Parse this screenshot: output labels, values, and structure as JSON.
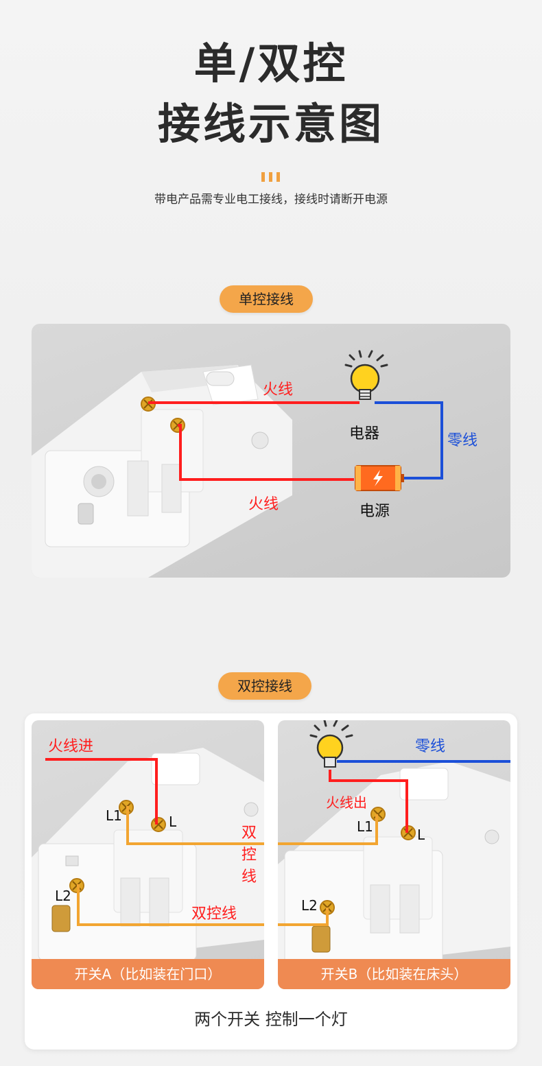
{
  "header": {
    "title_line1": "单/双控",
    "title_line2": "接线示意图",
    "subtitle": "带电产品需专业电工接线，接线时请断开电源"
  },
  "single_control": {
    "pill_label": "单控接线",
    "label_live_top": "火线",
    "label_live_bottom": "火线",
    "label_neutral": "零线",
    "label_appliance": "电器",
    "label_power": "电源"
  },
  "double_control": {
    "pill_label": "双控接线",
    "label_live_in": "火线进",
    "label_live_out": "火线出",
    "label_neutral": "零线",
    "label_traveler_1": "双控线",
    "label_traveler_2": "双控线",
    "terminal_L1_a": "L1",
    "terminal_L_a": "L",
    "terminal_L2_a": "L2",
    "terminal_L1_b": "L1",
    "terminal_L_b": "L",
    "terminal_L2_b": "L2",
    "caption_a": "开关A（比如装在门口）",
    "caption_b": "开关B（比如装在床头）",
    "footer": "两个开关 控制一个灯"
  },
  "colors": {
    "live": "#ff1e1e",
    "neutral": "#1b4fd8",
    "traveler": "#f2a531",
    "accent": "#f4a64a",
    "caption": "#ef8a52"
  },
  "icons": [
    "bulb-icon",
    "battery-icon",
    "screw-terminal-icon"
  ]
}
